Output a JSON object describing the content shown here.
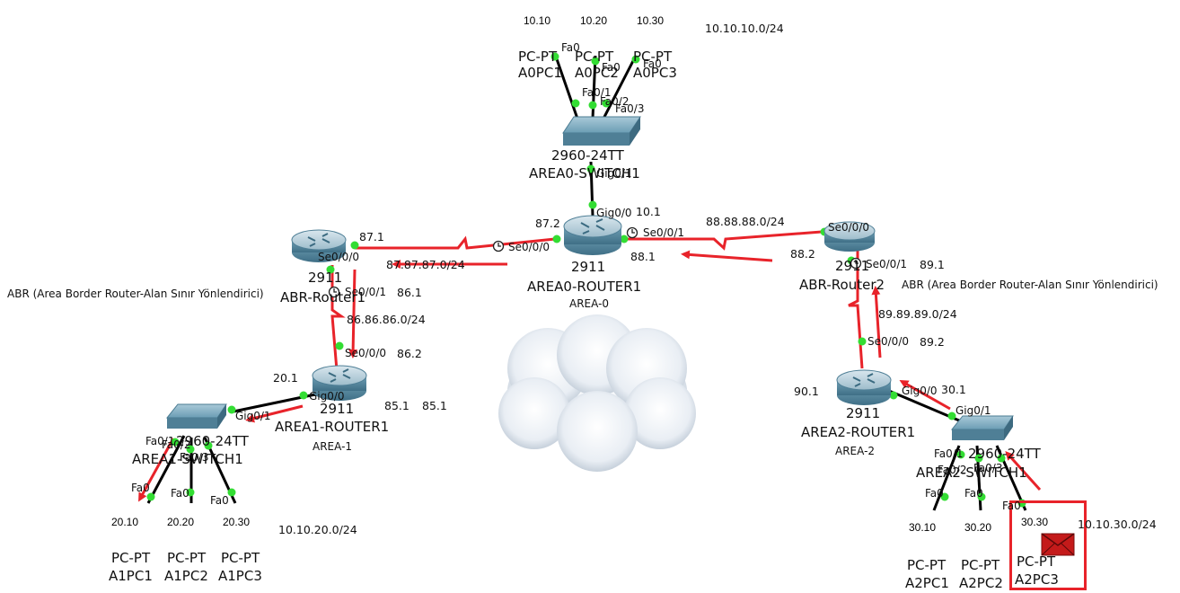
{
  "colors": {
    "link": "#000000",
    "serial_link": "#e8232a",
    "port_dot": "#33dd33",
    "arrow": "#e8232a",
    "device_blue": "#5e93a8",
    "selection": "#e8232a"
  },
  "area0": {
    "pcs": [
      {
        "screen": "10.10",
        "model": "PC-PT",
        "name": "A0PC1"
      },
      {
        "screen": "10.20",
        "model": "PC-PT",
        "name": "A0PC2"
      },
      {
        "screen": "10.30",
        "model": "PC-PT",
        "name": "A0PC3"
      }
    ],
    "network": "10.10.10.0/24",
    "switch": {
      "model": "2960-24TT",
      "name": "AREA0-SWITCH1"
    },
    "router": {
      "model": "2911",
      "name": "AREA0-ROUTER1",
      "area": "AREA-0"
    },
    "ports": {
      "pc1_fa0": "Fa0",
      "pc2_fa0": "Fa0",
      "pc3_fa0": "Fa0",
      "sw_fa01": "Fa0/1",
      "sw_fa02": "Fa0/2",
      "sw_fa03": "Fa0/3",
      "sw_gig01": "Gig0/1",
      "r_gig00": "Gig0/0",
      "r_se000": "Se0/0/0",
      "r_se001": "Se0/0/1"
    },
    "ips": {
      "gig": "10.1",
      "se0": "87.2",
      "se1": "88.1"
    }
  },
  "abr1": {
    "model": "2911",
    "name": "ABR-Router1",
    "note": "ABR (Area Border Router-Alan Sınır Yönlendirici)",
    "ports": {
      "se000": "Se0/0/0",
      "se001": "Se0/0/1"
    },
    "ips": {
      "se0": "87.1",
      "se1": "86.1"
    }
  },
  "abr2": {
    "model": "2911",
    "name": "ABR-Router2",
    "note": "ABR (Area Border Router-Alan Sınır Yönlendirici)",
    "ports": {
      "se000": "Se0/0/0",
      "se001": "Se0/0/1"
    },
    "ips": {
      "se0": "88.2",
      "se1": "89.1"
    }
  },
  "links": {
    "n87": "87.87.87.0/24",
    "n88": "88.88.88.0/24",
    "n86": "86.86.86.0/24",
    "n89": "89.89.89.0/24"
  },
  "area1": {
    "router": {
      "model": "2911",
      "name": "AREA1-ROUTER1",
      "area": "AREA-1"
    },
    "switch": {
      "model": "2960-24TT",
      "name": "AREA1-SWITCH1"
    },
    "ports": {
      "r_se000": "Se0/0/0",
      "r_gig00": "Gig0/0",
      "sw_gig01": "Gig0/1",
      "sw_fa01": "Fa0/1",
      "sw_fa02": "Fa0/2",
      "sw_fa03": "Fa0/3",
      "pc1_fa0": "Fa0",
      "pc2_fa0": "Fa0",
      "pc3_fa0": "Fa0"
    },
    "ips": {
      "se0": "86.2",
      "gig": "20.1",
      "extra1": "85.1",
      "extra2": "85.1"
    },
    "pcs": [
      {
        "screen": "20.10",
        "model": "PC-PT",
        "name": "A1PC1"
      },
      {
        "screen": "20.20",
        "model": "PC-PT",
        "name": "A1PC2"
      },
      {
        "screen": "20.30",
        "model": "PC-PT",
        "name": "A1PC3"
      }
    ],
    "network": "10.10.20.0/24"
  },
  "area2": {
    "router": {
      "model": "2911",
      "name": "AREA2-ROUTER1",
      "area": "AREA-2"
    },
    "switch": {
      "model": "2960-24TT",
      "name": "AREA2-SWITCH1"
    },
    "ports": {
      "r_se000": "Se0/0/0",
      "r_gig00": "Gig0/0",
      "sw_gig01": "Gig0/1",
      "sw_fa01": "Fa0/1",
      "sw_fa02": "Fa0/2",
      "sw_fa03": "Fa0/3",
      "pc1_fa0": "Fa0",
      "pc2_fa0": "Fa0",
      "pc3_fa0": "Fa0"
    },
    "ips": {
      "se0": "89.2",
      "gig": "30.1",
      "extra": "90.1"
    },
    "pcs": [
      {
        "screen": "30.10",
        "model": "PC-PT",
        "name": "A2PC1"
      },
      {
        "screen": "30.20",
        "model": "PC-PT",
        "name": "A2PC2"
      },
      {
        "screen": "30.30",
        "model": "PC-PT",
        "name": "A2PC3"
      }
    ],
    "network": "10.10.30.0/24"
  }
}
